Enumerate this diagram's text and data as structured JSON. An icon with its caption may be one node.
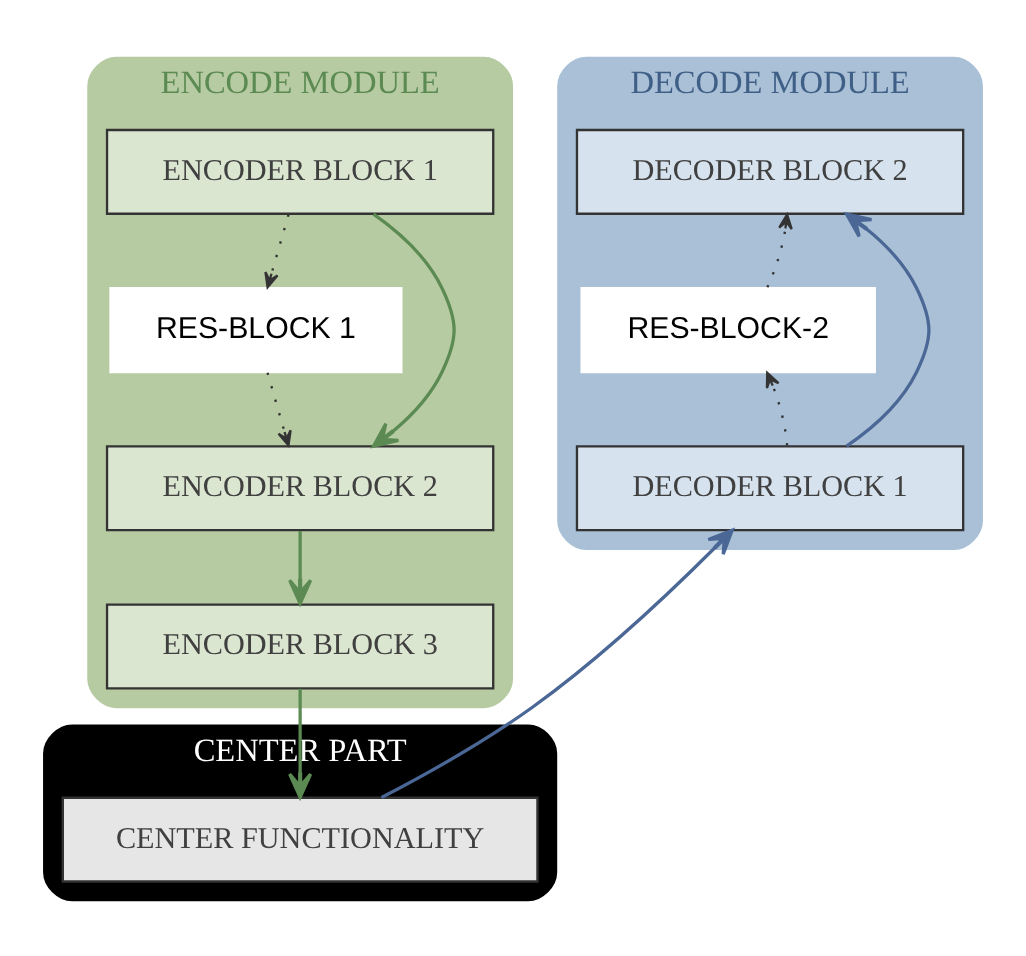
{
  "diagram": {
    "nodes": [
      {
        "text": [
          "ENCODE MODULE"
        ]
      },
      {
        "text": [
          "ENCODER BLOCK 1"
        ],
        "in": 0
      },
      {
        "text": [
          "RES-BLOCK 1"
        ],
        "in": 0
      },
      {
        "text": [
          "ENCODER BLOCK 2"
        ],
        "in": 0
      },
      {
        "text": [
          "ENCODER BLOCK 3"
        ],
        "in": 0
      },
      {
        "text": [
          "DECODE MODULE"
        ]
      },
      {
        "text": [
          "DECODER BLOCK 2"
        ],
        "in": 5
      },
      {
        "text": [
          "RES-BLOCK-2"
        ],
        "in": 5
      },
      {
        "text": [
          "DECODER BLOCK 1"
        ],
        "in": 5
      },
      {
        "text": [
          "CENTER PART"
        ]
      },
      {
        "text": [
          "CENTER FUNCTIONALITY"
        ],
        "in": 9
      }
    ],
    "edges": [
      {
        "from": 1,
        "to": 3,
        "arrow": "to",
        "color": "#5b8a52"
      },
      {
        "from": 1,
        "to": 2,
        "arrow": "to",
        "style": "dashed",
        "color": "#333333"
      },
      {
        "from": 2,
        "to": 3,
        "arrow": "to",
        "style": "dashed",
        "color": "#333333"
      },
      {
        "from": 3,
        "to": 4,
        "arrow": "to",
        "color": "#5b8a52"
      },
      {
        "from": 4,
        "to": 10,
        "arrow": "to",
        "color": "#5b8a52"
      },
      {
        "from": 10,
        "to": 8,
        "arrow": "to",
        "color": "#4a6796"
      },
      {
        "from": 8,
        "to": 6,
        "arrow": "to",
        "color": "#4a6796"
      },
      {
        "from": 8,
        "to": 7,
        "arrow": "to",
        "style": "dashed",
        "color": "#333333"
      },
      {
        "from": 7,
        "to": 6,
        "arrow": "to",
        "style": "dashed",
        "color": "#333333"
      }
    ]
  }
}
